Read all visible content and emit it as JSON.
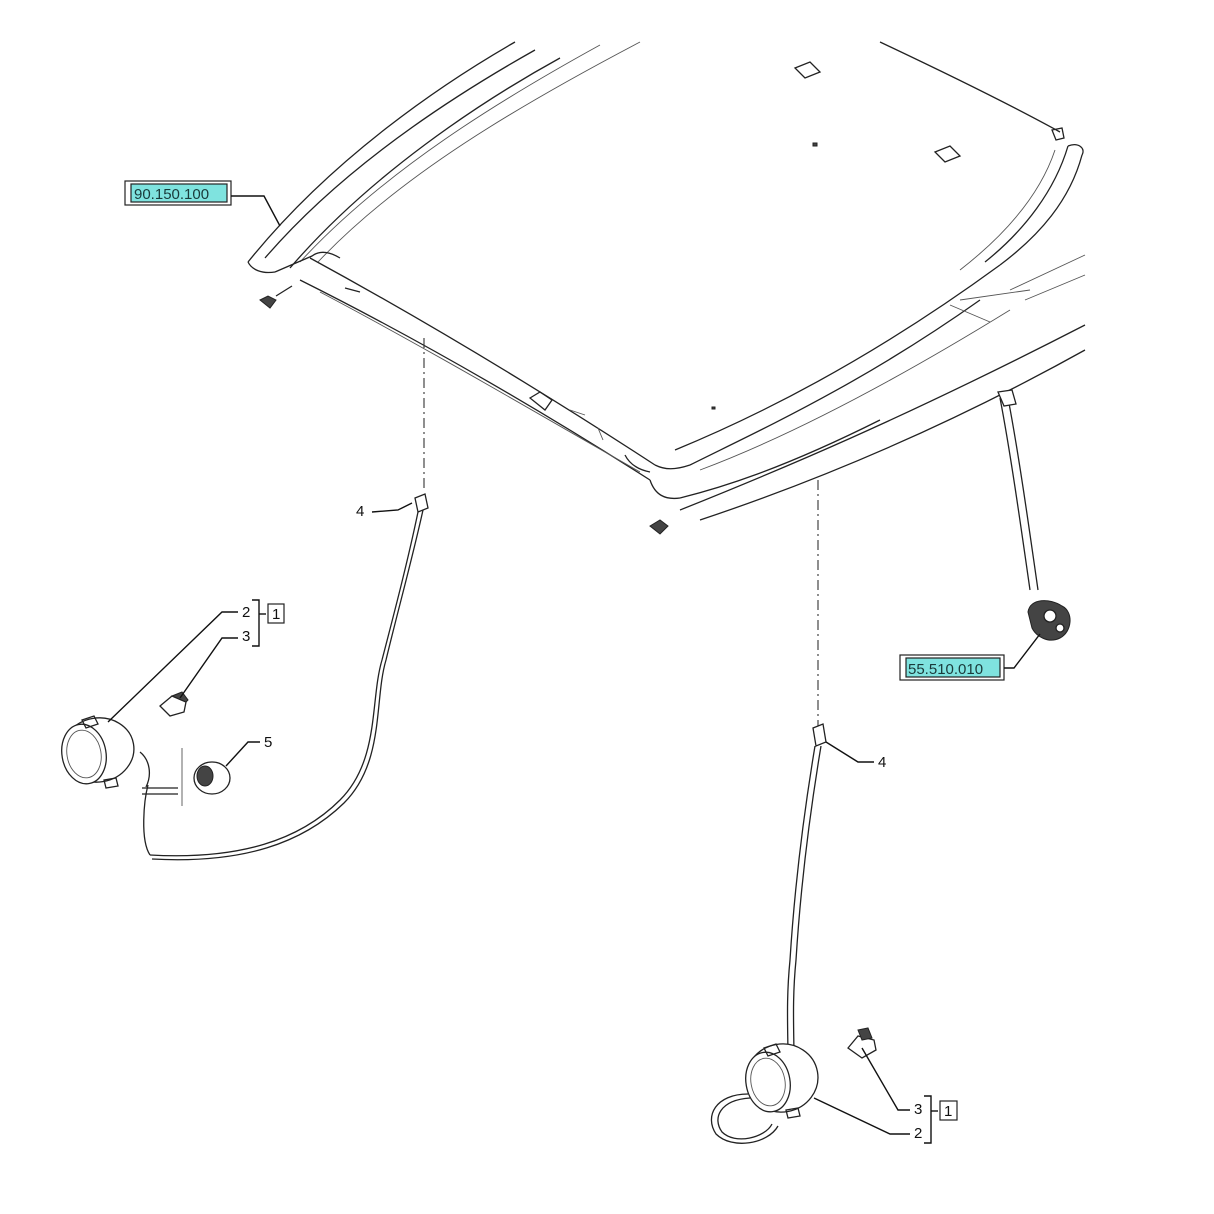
{
  "references": {
    "roof_ref": "90.150.100",
    "switch_ref": "55.510.010"
  },
  "callouts": {
    "left_lamp_top": "2",
    "left_lamp_bottom": "3",
    "left_lamp_group": "1",
    "left_connector": "4",
    "grommet": "5",
    "right_connector": "4",
    "right_lamp_top": "3",
    "right_lamp_bottom": "2",
    "right_lamp_group": "1"
  },
  "colors": {
    "reference_highlight": "#7fe3df",
    "line": "#222222",
    "background": "#ffffff"
  }
}
